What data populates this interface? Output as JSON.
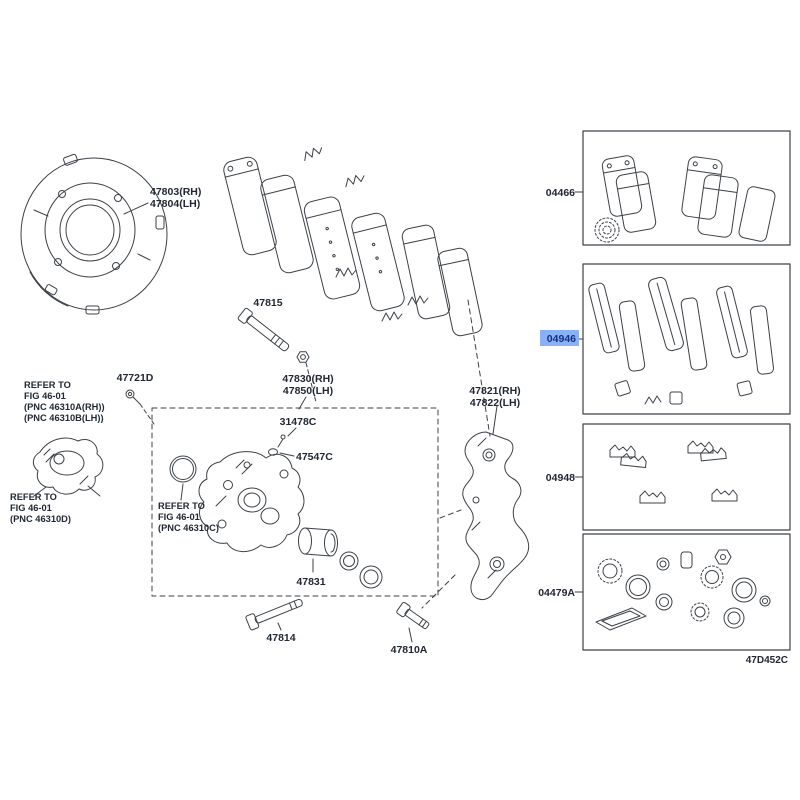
{
  "page": {
    "diagram_code": "47D452C"
  },
  "colors": {
    "highlight_bg": "#8ab1f5",
    "highlight_text": "#123084",
    "line": "#3c4147",
    "label": "#212833"
  },
  "labels": {
    "plate_rh": "47803(RH)",
    "plate_lh": "47804(LH)",
    "pin": "47815",
    "p47721d": "47721D",
    "caliper_rh": "47830(RH)",
    "caliper_lh": "47850(LH)",
    "bleeder": "31478C",
    "cap": "47547C",
    "piston": "47831",
    "bolt_lower": "47814",
    "bolt_bracket": "47810A",
    "bracket_rh": "47821(RH)",
    "bracket_lh": "47822(LH)"
  },
  "refer_blocks": {
    "a": {
      "l1": "REFER TO",
      "l2": "FIG 46-01",
      "l3": "(PNC 46310A(RH))",
      "l4": "(PNC 46310B(LH))"
    },
    "d": {
      "l1": "REFER TO",
      "l2": "FIG 46-01",
      "l3": "(PNC 46310D)"
    },
    "c": {
      "l1": "REFER TO",
      "l2": "FIG 46-01",
      "l3": "(PNC 46310C)"
    }
  },
  "kits": [
    {
      "id": "04466",
      "highlighted": false
    },
    {
      "id": "04946",
      "highlighted": true
    },
    {
      "id": "04948",
      "highlighted": false
    },
    {
      "id": "04479A",
      "highlighted": false
    }
  ]
}
